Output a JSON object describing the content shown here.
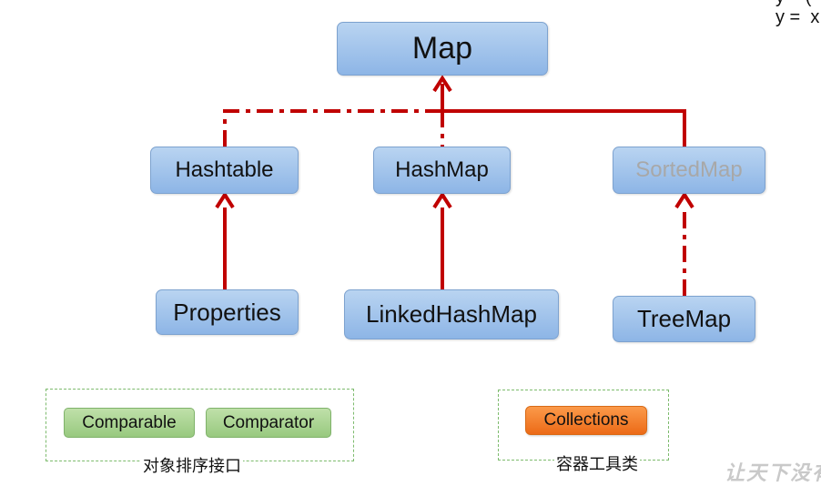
{
  "diagram": {
    "nodes": {
      "map": "Map",
      "hashtable": "Hashtable",
      "hashmap": "HashMap",
      "sortedmap": "SortedMap",
      "properties": "Properties",
      "linkedhashmap": "LinkedHashMap",
      "treemap": "TreeMap"
    },
    "line_color": "#c00000",
    "sortedmap_text_color": "#a8a8a8"
  },
  "sort_interfaces": {
    "items": [
      "Comparable",
      "Comparator"
    ],
    "caption": "对象排序接口"
  },
  "utility": {
    "item": "Collections",
    "caption": "容器工具类"
  },
  "corner_text": {
    "line1": "y = (",
    "line2": "y =  x"
  },
  "watermark": "让天下没有"
}
